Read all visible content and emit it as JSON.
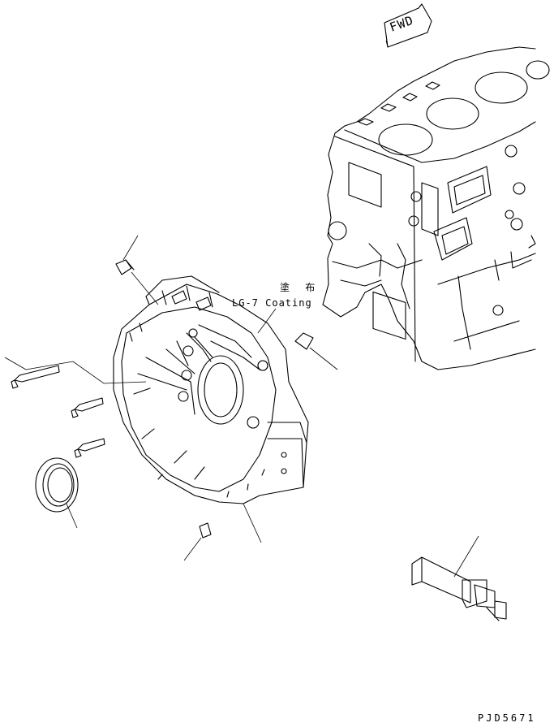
{
  "labels": {
    "coating_jp": "塗 布",
    "coating_en": "LG-7 Coating",
    "fwd": "FWD",
    "doc_code": "PJD5671"
  }
}
